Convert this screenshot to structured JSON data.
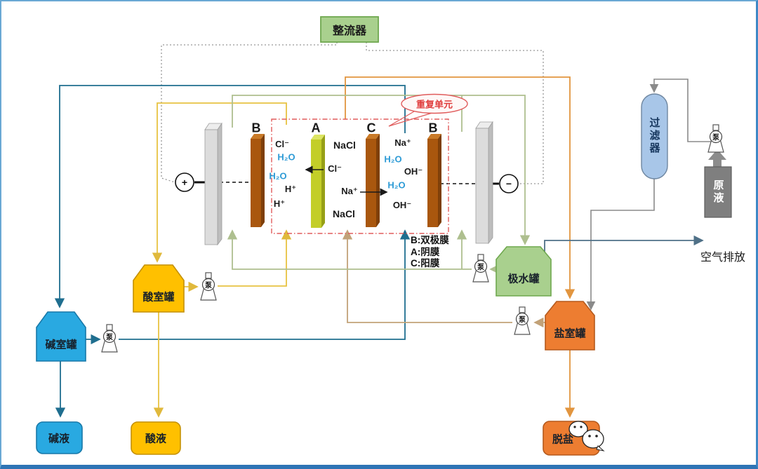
{
  "palette": {
    "green_fill": "#A9D08E",
    "green_border": "#6FA84F",
    "blue_tank": "#29A9E1",
    "blue_tank_border": "#1879A9",
    "yellow_tank": "#FFC000",
    "yellow_tank_border": "#C49000",
    "orange_tank": "#ED7D31",
    "orange_tank_border": "#B55A1D",
    "filter_fill": "#A8C6E8",
    "raw_fill": "#7F7F7F",
    "line_alkali": "#1F6E8F",
    "line_acid": "#E8C342",
    "line_salt_feed": "#C2A278",
    "line_salt_return": "#E2953F",
    "line_pole_water": "#AEBF8F",
    "line_raw": "#8A8A8A",
    "line_air": "#4F7087",
    "membrane_bipolar": "#A9570E",
    "membrane_anion": "#C3CE28",
    "annotation_red": "#E04848",
    "h2o_blue": "#2E9BD6"
  },
  "rectifier_label": "整流器",
  "repeat_unit_label": "重复单元",
  "membrane_letters": [
    "B",
    "A",
    "C",
    "B"
  ],
  "legend_lines": [
    "B:双极膜",
    "A:阴膜",
    "C:阳膜"
  ],
  "electrode": {
    "anode": "+",
    "cathode": "−"
  },
  "ions": {
    "acid": [
      "Cl⁻",
      "H₂O",
      "H₂O",
      "H⁺",
      "H⁺"
    ],
    "salt": {
      "nacl_top": "NaCl",
      "cl": "Cl⁻",
      "na": "Na⁺",
      "nacl_bottom": "NaCl"
    },
    "base": [
      "Na⁺",
      "H₂O",
      "OH⁻",
      "H₂O",
      "OH⁻"
    ]
  },
  "tanks": {
    "acid": "酸室罐",
    "alkali": "碱室罐",
    "salt": "盐室罐",
    "pole_water": "极水罐"
  },
  "products": {
    "alkali": "碱液",
    "acid": "酸液",
    "desalted": "脱盐"
  },
  "feed": {
    "filter": "过滤器",
    "raw": "原液"
  },
  "air_label": "空气排放",
  "pump_label": "泵"
}
